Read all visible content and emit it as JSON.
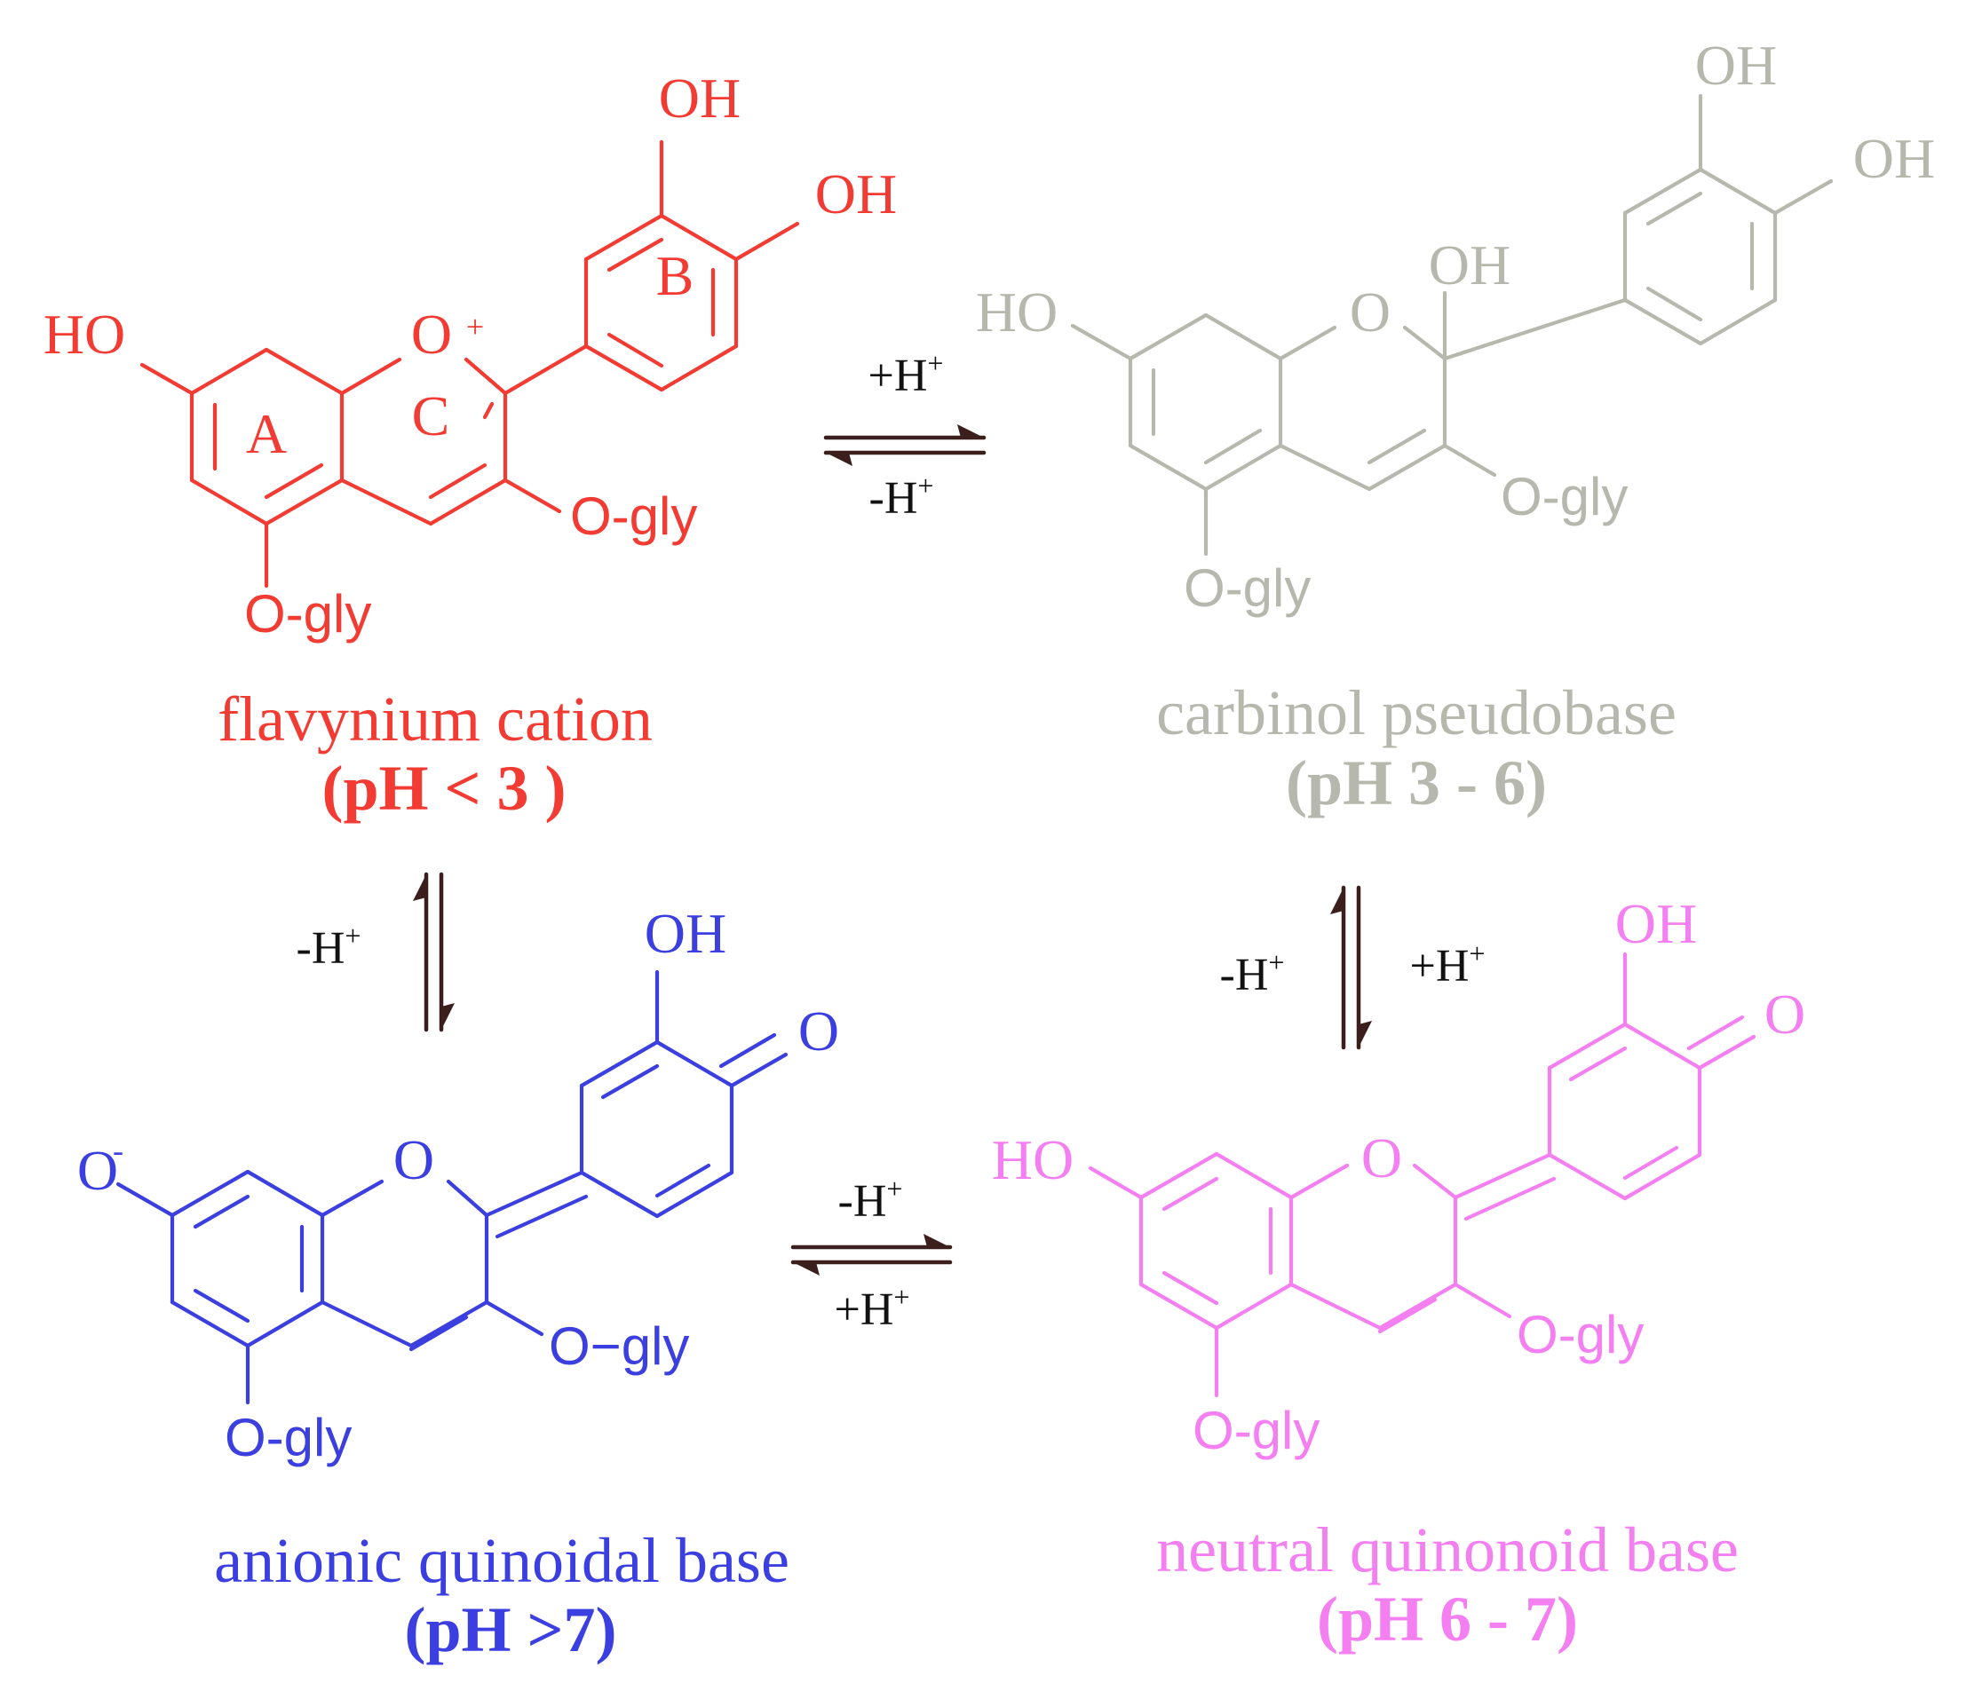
{
  "colors": {
    "flavylium": "#f23b33",
    "carbinol": "#b6b8ad",
    "anionic": "#3c3fe0",
    "neutral": "#f47ff0",
    "arrow": "#3b1f1c",
    "arrow_label": "#111111"
  },
  "flavylium": {
    "name": "flavynium cation",
    "ph": "(pH < 3 )",
    "oh_top": "OH",
    "oh_right": "OH",
    "ho_left": "HO",
    "ring_o": "O",
    "charge": "+",
    "ring_a": "A",
    "ring_b": "B",
    "ring_c": "C",
    "oglyc3": "O-gly",
    "oglyc5": "O-gly"
  },
  "carbinol": {
    "name": "carbinol pseudobase",
    "ph": "(pH  3 - 6)",
    "oh_top": "OH",
    "oh_right": "OH",
    "oh_c2": "OH",
    "ho_left": "HO",
    "ring_o": "O",
    "oglyc3": "O-gly",
    "oglyc5": "O-gly"
  },
  "anionic": {
    "name": "anionic quinoidal base",
    "ph": "(pH >7)",
    "o_minus": "O",
    "minus": "-",
    "oh_top": "OH",
    "keto_o": "O",
    "ring_o": "O",
    "oglyc3": "O−gly",
    "oglyc5": "O-gly"
  },
  "neutral": {
    "name": "neutral quinonoid base",
    "ph": "(pH 6 - 7)",
    "ho_left": "HO",
    "oh_top": "OH",
    "keto_o": "O",
    "ring_o": "O",
    "oglyc3": "O-gly",
    "oglyc5": "O-gly"
  },
  "equilibria": {
    "top_forward": "+H",
    "top_reverse": "-H",
    "left_label": "-H",
    "right_left_label": "-H",
    "right_right_label": "+H",
    "bottom_forward": "-H",
    "bottom_reverse": "+H",
    "proton_sup": "+"
  }
}
